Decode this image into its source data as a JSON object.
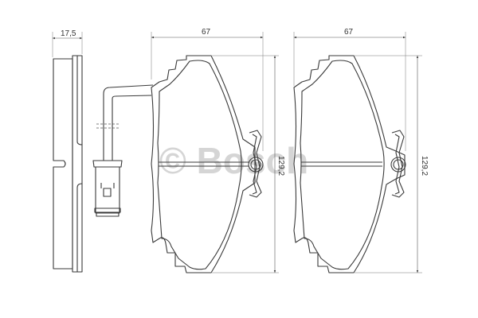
{
  "drawing": {
    "subject": "Brake pad set technical drawing",
    "watermark": "© Bosch",
    "colors": {
      "line": "#3a3a3a",
      "watermark": "#c8c8c8",
      "background": "#ffffff"
    }
  },
  "views": {
    "side": {
      "thickness_label": "17,5"
    },
    "pad_left": {
      "width_label": "67",
      "height_label": "129,2",
      "has_wear_sensor": true
    },
    "pad_right": {
      "width_label": "67",
      "height_label": "129,2",
      "has_wear_sensor": false
    }
  }
}
